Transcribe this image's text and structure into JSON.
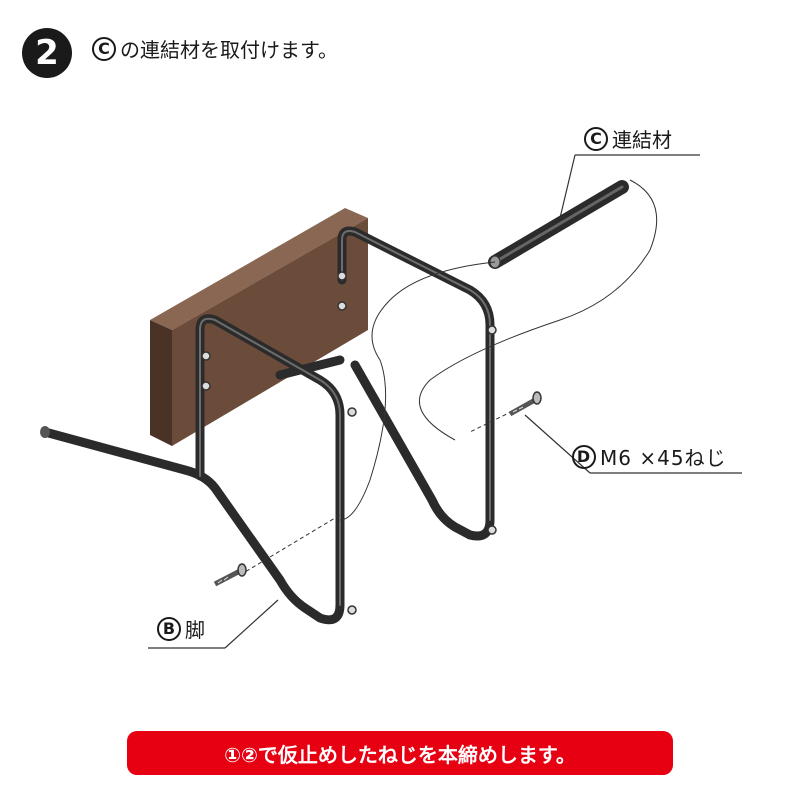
{
  "step": {
    "number": "2",
    "title_mark": "C",
    "title_text": "の連結材を取付けます。"
  },
  "labels": {
    "c": {
      "mark": "C",
      "text": "連結材"
    },
    "d": {
      "mark": "D",
      "text": "M6 ×45ねじ"
    },
    "b": {
      "mark": "B",
      "text": "脚"
    }
  },
  "banner": {
    "text": "①②で仮止めしたねじを本締めします。",
    "color": "#e60012"
  },
  "colors": {
    "wood": "#6b4c3b",
    "wood_side": "#4a3226",
    "frame": "#333333"
  }
}
